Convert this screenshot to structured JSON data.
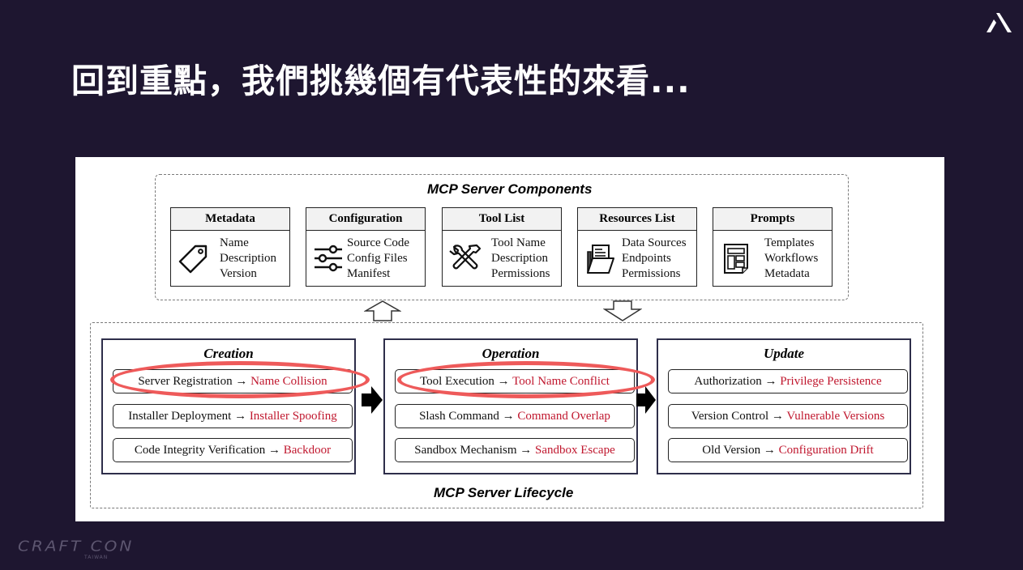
{
  "slide": {
    "title": "回到重點，我們挑幾個有代表性的來看...",
    "brand_icon": "mountain-a-logo-icon",
    "footer_logo": {
      "main": "CRAFT CON",
      "sub": "TAIWAN"
    }
  },
  "figure": {
    "components": {
      "title": "MCP Server Components",
      "cards": [
        {
          "title": "Metadata",
          "icon": "tag-icon",
          "lines": [
            "Name",
            "Description",
            "Version"
          ]
        },
        {
          "title": "Configuration",
          "icon": "sliders-icon",
          "lines": [
            "Source Code",
            "Config Files",
            "Manifest"
          ]
        },
        {
          "title": "Tool List",
          "icon": "tools-icon",
          "lines": [
            "Tool Name",
            "Description",
            "Permissions"
          ]
        },
        {
          "title": "Resources List",
          "icon": "folder-documents-icon",
          "lines": [
            "Data Sources",
            "Endpoints",
            "Permissions"
          ]
        },
        {
          "title": "Prompts",
          "icon": "template-page-icon",
          "lines": [
            "Templates",
            "Workflows",
            "Metadata"
          ]
        }
      ]
    },
    "lifecycle": {
      "title": "MCP Server Lifecycle",
      "arrow": "→",
      "phases": [
        {
          "title": "Creation",
          "items": [
            {
              "stage": "Server Registration",
              "risk": "Name Collision",
              "highlighted": true
            },
            {
              "stage": "Installer Deployment",
              "risk": "Installer Spoofing",
              "highlighted": false
            },
            {
              "stage": "Code Integrity Verification",
              "risk": "Backdoor",
              "highlighted": false
            }
          ]
        },
        {
          "title": "Operation",
          "items": [
            {
              "stage": "Tool Execution",
              "risk": "Tool Name Conflict",
              "highlighted": true
            },
            {
              "stage": "Slash Command",
              "risk": "Command Overlap",
              "highlighted": false
            },
            {
              "stage": "Sandbox Mechanism",
              "risk": "Sandbox Escape",
              "highlighted": false
            }
          ]
        },
        {
          "title": "Update",
          "items": [
            {
              "stage": "Authorization",
              "risk": "Privilege Persistence",
              "highlighted": false
            },
            {
              "stage": "Version Control",
              "risk": "Vulnerable Versions",
              "highlighted": false
            },
            {
              "stage": "Old Version",
              "risk": "Configuration Drift",
              "highlighted": false
            }
          ]
        }
      ]
    },
    "colors": {
      "background": "#1e1630",
      "risk_text": "#c0172e",
      "highlight_ring": "#ee5a5a"
    }
  }
}
